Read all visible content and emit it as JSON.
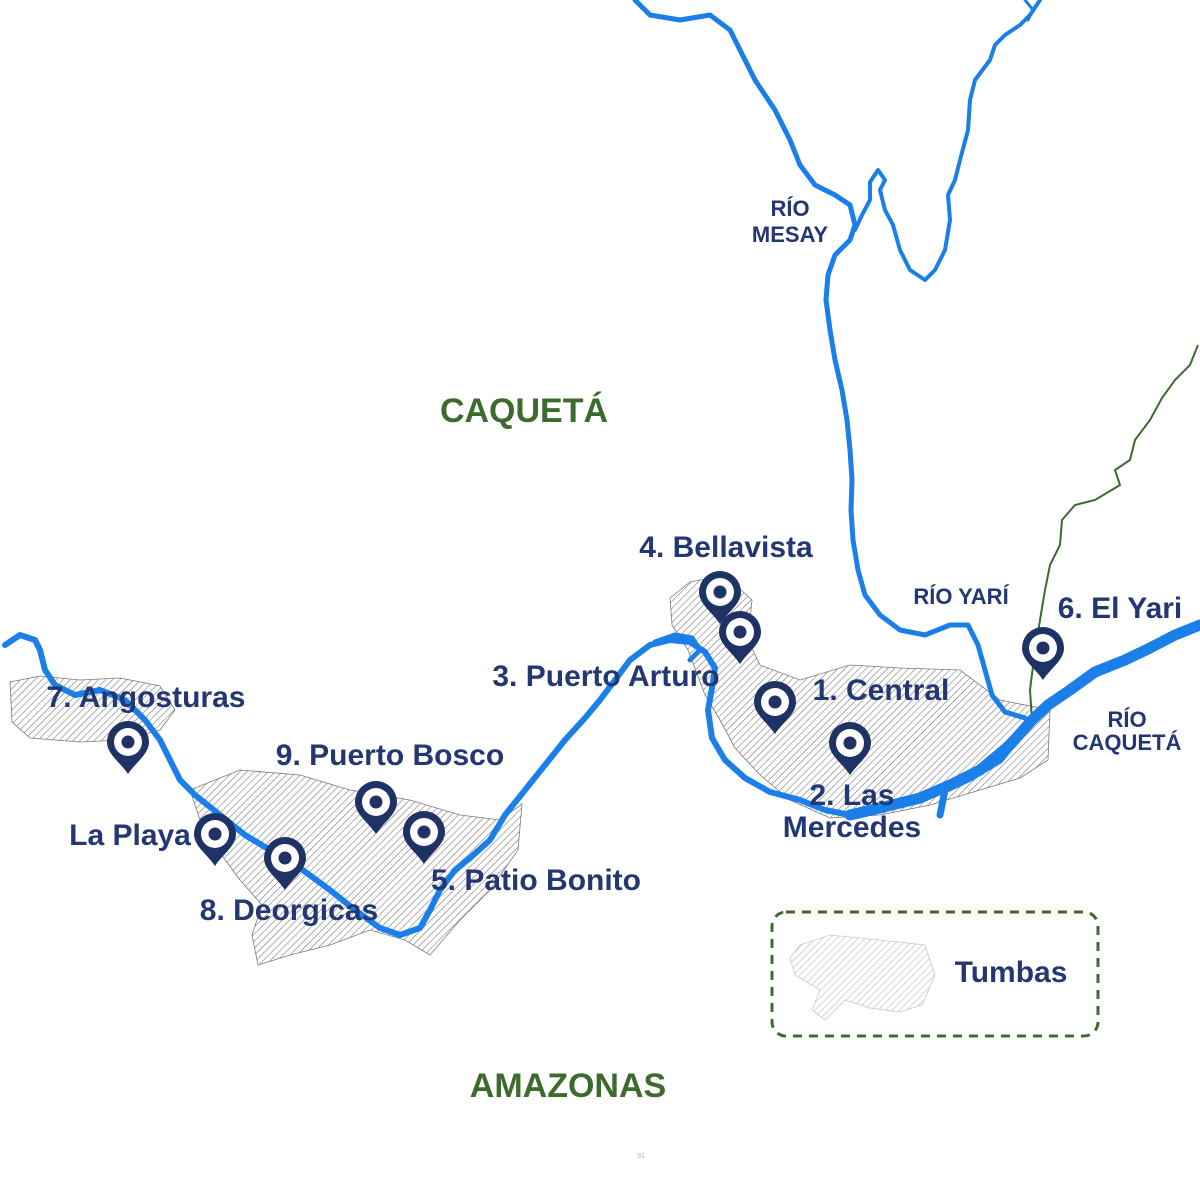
{
  "colors": {
    "river": "#1a7fe8",
    "marker": "#1f3266",
    "label": "#233772",
    "region": "#3d6b2e",
    "border": "#3d6b2e",
    "hatch": "#7a7a7a",
    "legend_border": "#3d6b2e"
  },
  "regions": {
    "caqueta": "CAQUETÁ",
    "amazonas": "AMAZONAS"
  },
  "rivers": {
    "mesay_line1": "RÍO",
    "mesay_line2": "MESAY",
    "yari": "RÍO YARÍ",
    "caqueta_line1": "RÍO",
    "caqueta_line2": "CAQUETÁ"
  },
  "places": {
    "central": "1. Central",
    "las_mercedes_line1": "2. Las",
    "las_mercedes_line2": "Mercedes",
    "puerto_arturo": "3. Puerto Arturo",
    "bellavista": "4. Bellavista",
    "patio_bonito": "5. Patio Bonito",
    "el_yari": "6. El Yari",
    "angosturas": "7. Angosturas",
    "deorgicas": "8. Deorgicas",
    "puerto_bosco": "9. Puerto Bosco",
    "la_playa": "La Playa"
  },
  "markers": [
    {
      "name": "bellavista-marker-1"
    },
    {
      "name": "bellavista-marker-2"
    },
    {
      "name": "central-marker"
    },
    {
      "name": "las-mercedes-marker"
    },
    {
      "name": "el-yari-marker"
    },
    {
      "name": "angosturas-marker"
    },
    {
      "name": "la-playa-marker"
    },
    {
      "name": "deorgicas-marker"
    },
    {
      "name": "puerto-bosco-marker"
    },
    {
      "name": "patio-bonito-marker"
    }
  ],
  "legend": {
    "label": "Tumbas",
    "icon": "hatched-area-icon"
  },
  "footer": {
    "page_number": "91"
  }
}
